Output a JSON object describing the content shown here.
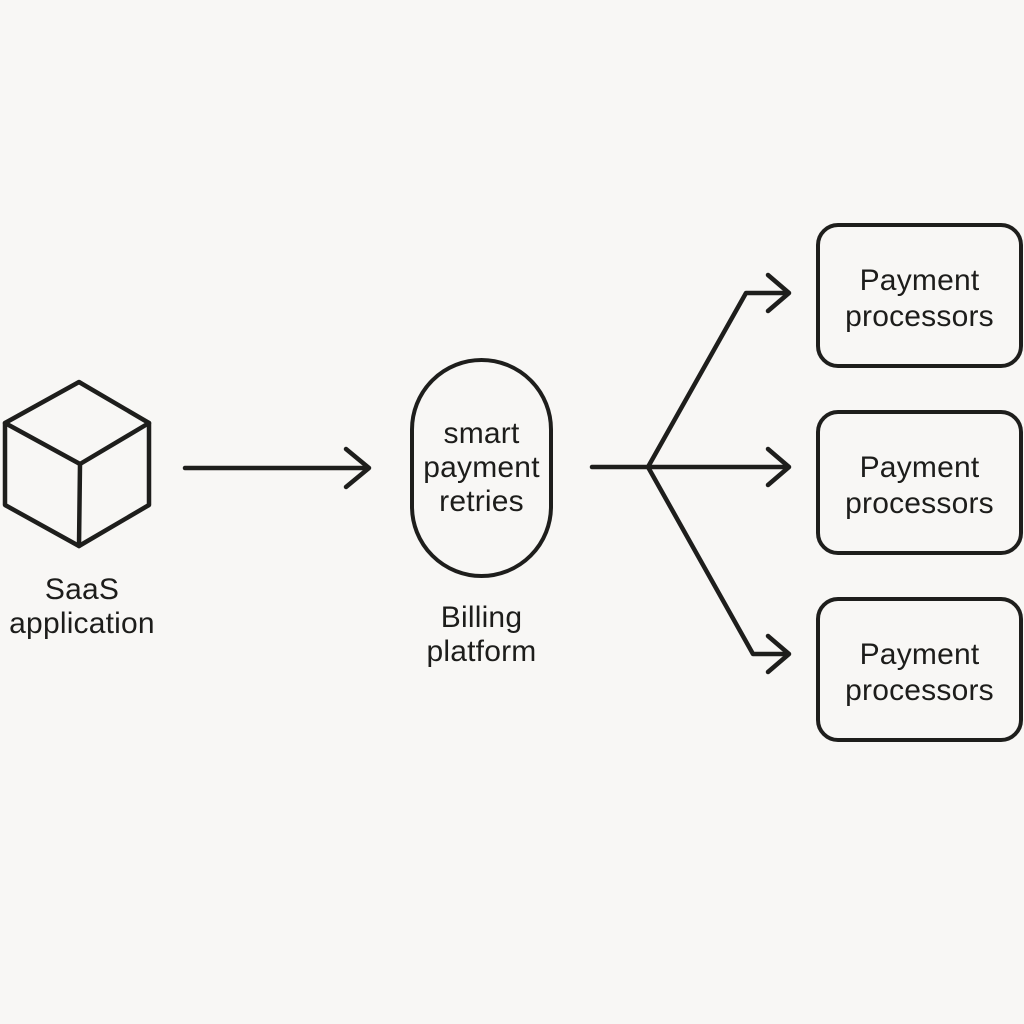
{
  "canvas": {
    "background": "#f8f7f5",
    "line_color": "#1e1e1c",
    "text_color": "#1d1d1b"
  },
  "nodes": {
    "source": {
      "icon": "cube-icon",
      "label": "SaaS\napplication"
    },
    "hub": {
      "text": "smart\npayment\nretries",
      "caption": "Billing\nplatform"
    },
    "targets": [
      {
        "label": "Payment\nprocessors"
      },
      {
        "label": "Payment\nprocessors"
      },
      {
        "label": "Payment\nprocessors"
      }
    ]
  }
}
